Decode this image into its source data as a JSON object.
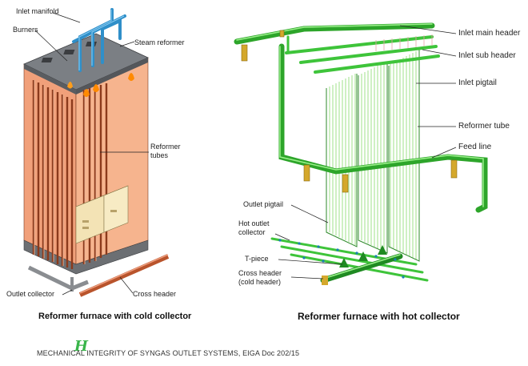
{
  "left_figure": {
    "labels": {
      "inlet_manifold": "Inlet manifold",
      "burners": "Burners",
      "steam_reformer": "Steam reformer",
      "reformer_tubes": "Reformer\ntubes",
      "outlet_collector": "Outlet collector",
      "cross_header": "Cross header"
    },
    "caption": "Reformer furnace with cold collector"
  },
  "right_figure": {
    "labels": {
      "inlet_main_header": "Inlet main header",
      "inlet_sub_header": "Inlet sub header",
      "inlet_pigtail": "Inlet pigtail",
      "reformer_tube": "Reformer tube",
      "feed_line": "Feed line",
      "outlet_pigtail": "Outlet pigtail",
      "hot_outlet_collector": "Hot outlet\ncollector",
      "t_piece": "T-piece",
      "cross_header": "Cross header\n(cold header)"
    },
    "caption": "Reformer furnace with hot collector"
  },
  "footer": {
    "logo": "H",
    "text": "MECHANICAL INTEGRITY OF SYNGAS OUTLET SYSTEMS, EIGA Doc 202/15"
  },
  "colors": {
    "furnace_orange": "#f3a37a",
    "furnace_dark": "#6c6f73",
    "manifold_blue": "#2f8fc9",
    "pipe_green": "#3ec43a",
    "support_gold": "#c9a227",
    "logo_green": "#39b54a"
  }
}
